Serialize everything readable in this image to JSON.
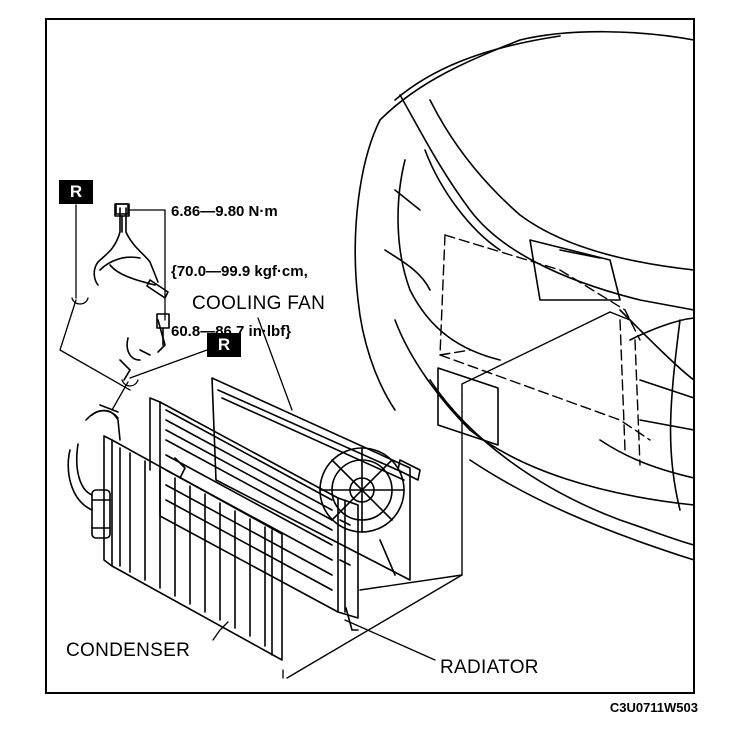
{
  "torque_spec": {
    "line1": "6.86—9.80 N·m",
    "line2": "{70.0—99.9 kgf·cm,",
    "line3": "60.8—86.7 in·lbf}"
  },
  "badges": {
    "r1": "R",
    "r2": "R"
  },
  "labels": {
    "cooling_fan": "COOLING FAN",
    "condenser": "CONDENSER",
    "radiator": "RADIATOR"
  },
  "figure_code": "C3U0711W503"
}
